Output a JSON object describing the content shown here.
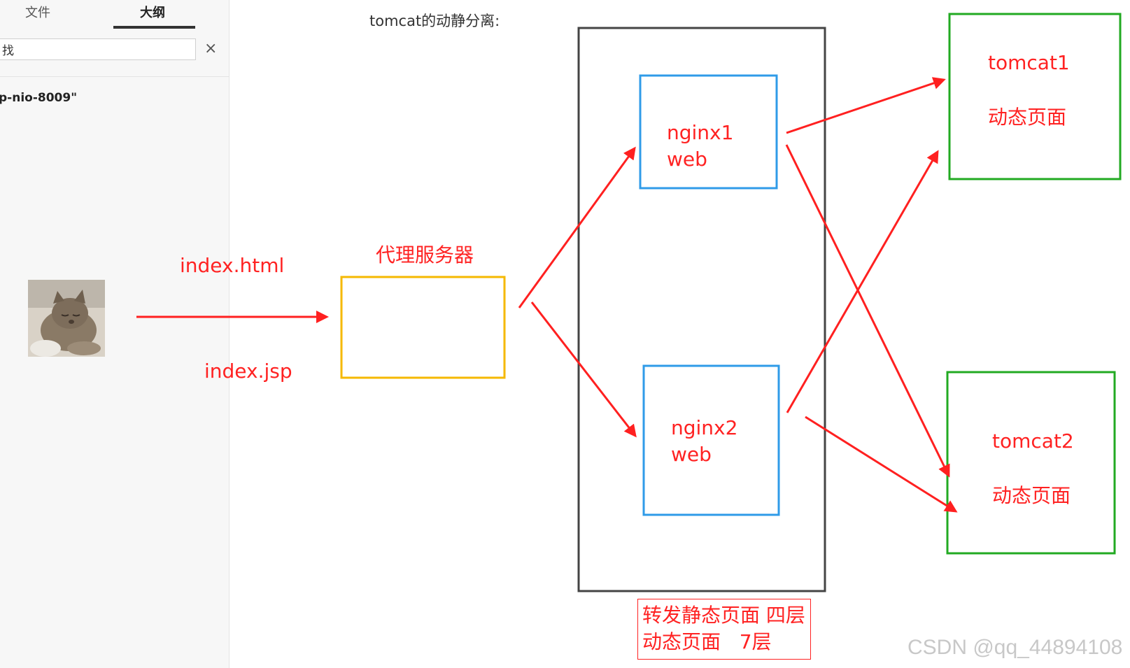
{
  "sidebar": {
    "tabs": [
      {
        "label": "文件"
      },
      {
        "label": "大纲"
      }
    ],
    "search": {
      "value": "找"
    },
    "clear_icon": "×",
    "outline_items": [
      {
        "label": "p-nio-8009\""
      }
    ]
  },
  "diagram": {
    "title": "tomcat的动静分离:",
    "client_labels": {
      "request_static": "index.html",
      "request_dynamic": "index.jsp"
    },
    "proxy": {
      "label": "代理服务器"
    },
    "nginx1": {
      "line1": "nginx1",
      "line2": "web"
    },
    "nginx2": {
      "line1": "nginx2",
      "line2": "web"
    },
    "tomcat1": {
      "line1": "tomcat1",
      "line2": "动态页面"
    },
    "tomcat2": {
      "line1": "tomcat2",
      "line2": "动态页面"
    },
    "legend": {
      "line1": "转发静态页面 四层",
      "line2": "动态页面   7层"
    },
    "colors": {
      "arrow": "#ff2020",
      "proxy_border": "#f5b800",
      "nginx_border": "#2f9be8",
      "tomcat_border": "#22aa22",
      "container_border": "#444444"
    }
  },
  "watermark": "CSDN @qq_44894108"
}
